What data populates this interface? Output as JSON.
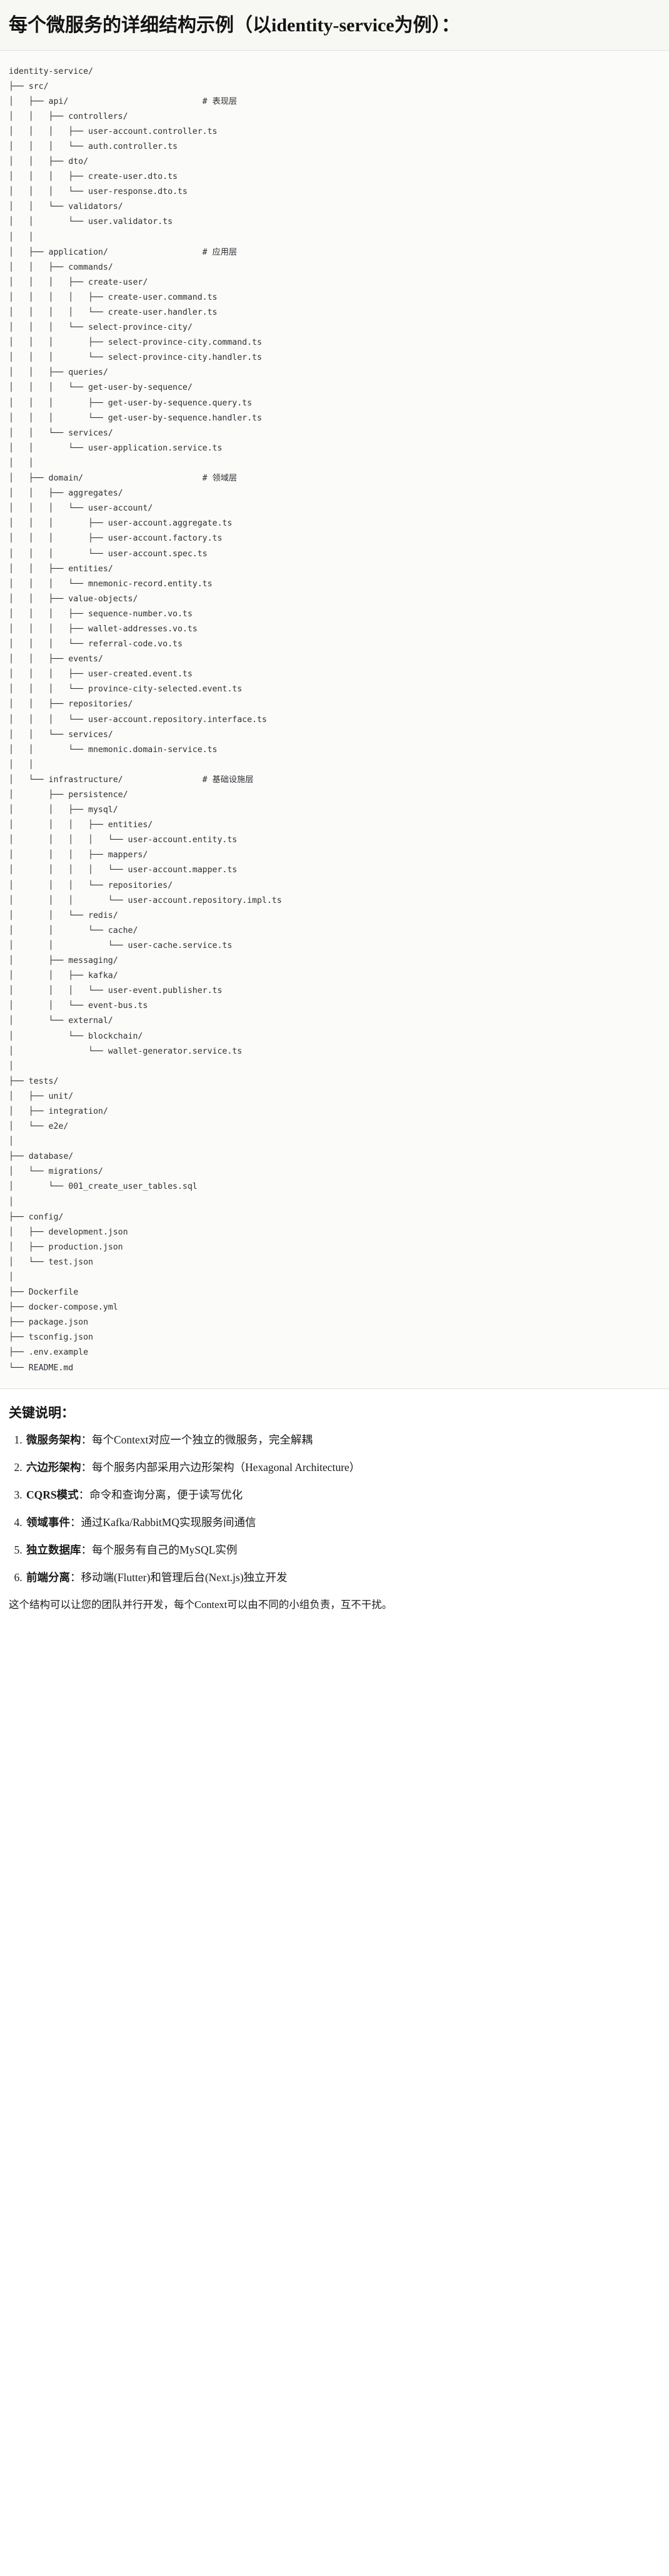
{
  "title": "每个微服务的详细结构示例（以identity-service为例）：",
  "tree": {
    "root": "identity-service/",
    "comments": {
      "api": "# 表现层",
      "application": "# 应用层",
      "domain": "# 领域层",
      "infrastructure": "# 基础设施层"
    },
    "lines": [
      "identity-service/",
      "├── src/",
      "│   ├── api/                           # 表现层",
      "│   │   ├── controllers/",
      "│   │   │   ├── user-account.controller.ts",
      "│   │   │   └── auth.controller.ts",
      "│   │   ├── dto/",
      "│   │   │   ├── create-user.dto.ts",
      "│   │   │   └── user-response.dto.ts",
      "│   │   └── validators/",
      "│   │       └── user.validator.ts",
      "│   │",
      "│   ├── application/                   # 应用层",
      "│   │   ├── commands/",
      "│   │   │   ├── create-user/",
      "│   │   │   │   ├── create-user.command.ts",
      "│   │   │   │   └── create-user.handler.ts",
      "│   │   │   └── select-province-city/",
      "│   │   │       ├── select-province-city.command.ts",
      "│   │   │       └── select-province-city.handler.ts",
      "│   │   ├── queries/",
      "│   │   │   └── get-user-by-sequence/",
      "│   │   │       ├── get-user-by-sequence.query.ts",
      "│   │   │       └── get-user-by-sequence.handler.ts",
      "│   │   └── services/",
      "│   │       └── user-application.service.ts",
      "│   │",
      "│   ├── domain/                        # 领域层",
      "│   │   ├── aggregates/",
      "│   │   │   └── user-account/",
      "│   │   │       ├── user-account.aggregate.ts",
      "│   │   │       ├── user-account.factory.ts",
      "│   │   │       └── user-account.spec.ts",
      "│   │   ├── entities/",
      "│   │   │   └── mnemonic-record.entity.ts",
      "│   │   ├── value-objects/",
      "│   │   │   ├── sequence-number.vo.ts",
      "│   │   │   ├── wallet-addresses.vo.ts",
      "│   │   │   └── referral-code.vo.ts",
      "│   │   ├── events/",
      "│   │   │   ├── user-created.event.ts",
      "│   │   │   └── province-city-selected.event.ts",
      "│   │   ├── repositories/",
      "│   │   │   └── user-account.repository.interface.ts",
      "│   │   └── services/",
      "│   │       └── mnemonic.domain-service.ts",
      "│   │",
      "│   └── infrastructure/                # 基础设施层",
      "│       ├── persistence/",
      "│       │   ├── mysql/",
      "│       │   │   ├── entities/",
      "│       │   │   │   └── user-account.entity.ts",
      "│       │   │   ├── mappers/",
      "│       │   │   │   └── user-account.mapper.ts",
      "│       │   │   └── repositories/",
      "│       │   │       └── user-account.repository.impl.ts",
      "│       │   └── redis/",
      "│       │       └── cache/",
      "│       │           └── user-cache.service.ts",
      "│       ├── messaging/",
      "│       │   ├── kafka/",
      "│       │   │   └── user-event.publisher.ts",
      "│       │   └── event-bus.ts",
      "│       └── external/",
      "│           └── blockchain/",
      "│               └── wallet-generator.service.ts",
      "│",
      "├── tests/",
      "│   ├── unit/",
      "│   ├── integration/",
      "│   └── e2e/",
      "│",
      "├── database/",
      "│   └── migrations/",
      "│       └── 001_create_user_tables.sql",
      "│",
      "├── config/",
      "│   ├── development.json",
      "│   ├── production.json",
      "│   └── test.json",
      "│",
      "├── Dockerfile",
      "├── docker-compose.yml",
      "├── package.json",
      "├── tsconfig.json",
      "├── .env.example",
      "└── README.md"
    ]
  },
  "notes": {
    "heading": "关键说明：",
    "items": [
      {
        "label": "微服务架构",
        "text": "：每个Context对应一个独立的微服务，完全解耦"
      },
      {
        "label": "六边形架构",
        "text": "：每个服务内部采用六边形架构（Hexagonal Architecture）"
      },
      {
        "label": "CQRS模式",
        "text": "：命令和查询分离，便于读写优化"
      },
      {
        "label": "领域事件",
        "text": "：通过Kafka/RabbitMQ实现服务间通信"
      },
      {
        "label": "独立数据库",
        "text": "：每个服务有自己的MySQL实例"
      },
      {
        "label": "前端分离",
        "text": "：移动端(Flutter)和管理后台(Next.js)独立开发"
      }
    ],
    "closing": "这个结构可以让您的团队并行开发，每个Context可以由不同的小组负责，互不干扰。"
  }
}
